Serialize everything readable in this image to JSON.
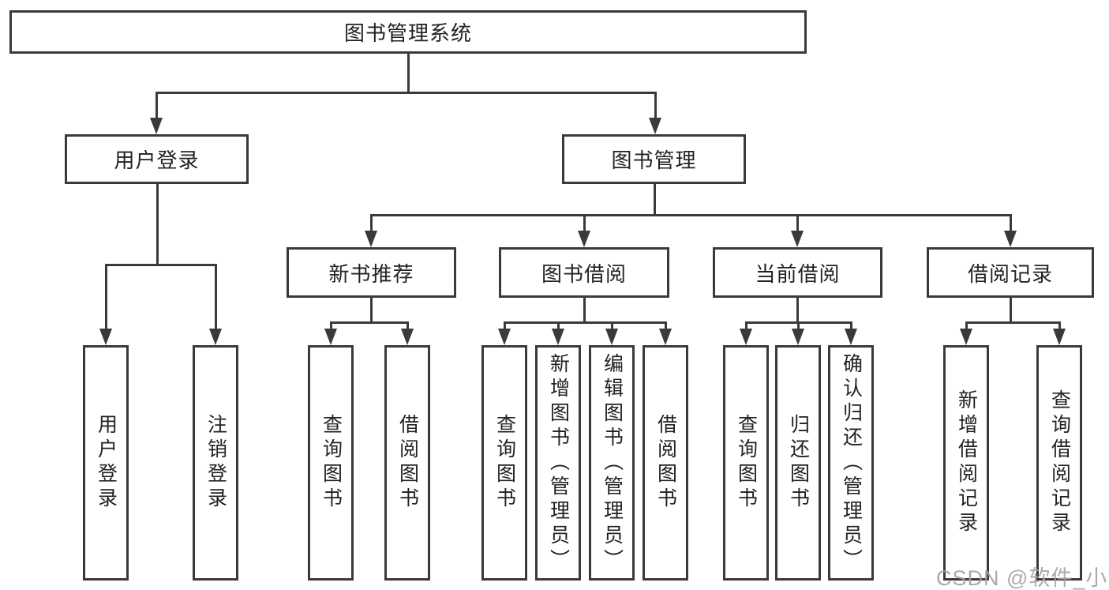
{
  "title": "图书管理系统",
  "watermark": "CSDN @软件_小贺同学",
  "colors": {
    "line": "#3a3a3a",
    "text": "#222222",
    "background": "#ffffff",
    "watermark": "#a3a3a3"
  },
  "tree": {
    "root": {
      "label": "图书管理系统",
      "children": [
        {
          "label": "用户登录",
          "children": [
            {
              "label": "用户登录"
            },
            {
              "label": "注销登录"
            }
          ]
        },
        {
          "label": "图书管理",
          "children": [
            {
              "label": "新书推荐",
              "children": [
                {
                  "label": "查询图书"
                },
                {
                  "label": "借阅图书"
                }
              ]
            },
            {
              "label": "图书借阅",
              "children": [
                {
                  "label": "查询图书"
                },
                {
                  "label": "新增图书（管理员）"
                },
                {
                  "label": "编辑图书（管理员）"
                },
                {
                  "label": "借阅图书"
                }
              ]
            },
            {
              "label": "当前借阅",
              "children": [
                {
                  "label": "查询图书"
                },
                {
                  "label": "归还图书"
                },
                {
                  "label": "确认归还（管理员）"
                }
              ]
            },
            {
              "label": "借阅记录",
              "children": [
                {
                  "label": "新增借阅记录"
                },
                {
                  "label": "查询借阅记录"
                }
              ]
            }
          ]
        }
      ]
    }
  }
}
